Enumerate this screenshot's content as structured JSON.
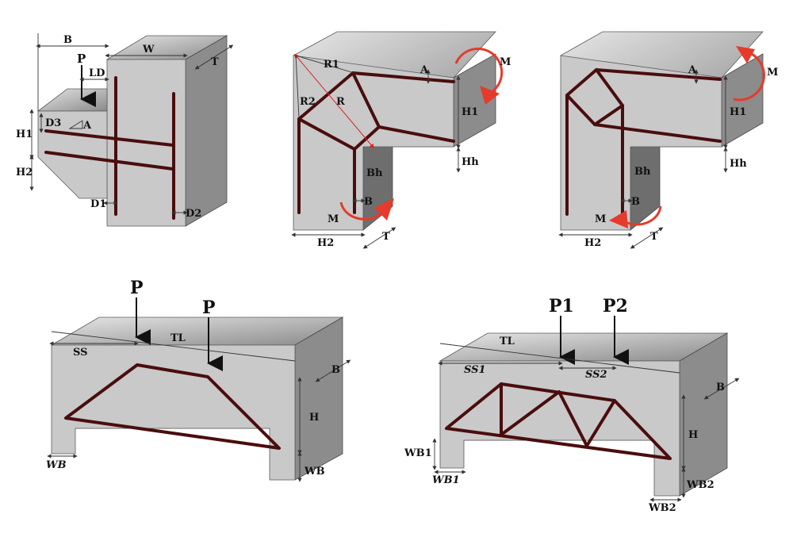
{
  "colors": {
    "rebar": "#4a0d0d",
    "concrete_front": "#c9c9c9",
    "concrete_side": "#8c8c8c",
    "moment_arrow": "#e63a2a"
  },
  "corbel": {
    "B": "B",
    "W": "W",
    "T": "T",
    "P": "P",
    "LD": "LD",
    "D3": "D3",
    "A": "A",
    "H1": "H1",
    "H2": "H2",
    "D1": "D1",
    "D2": "D2"
  },
  "knee_closing": {
    "R1": "R1",
    "R2": "R2",
    "R": "R",
    "A": "A",
    "M_top": "M",
    "H1": "H1",
    "Bh": "Bh",
    "Hh": "Hh",
    "B": "B",
    "M_bottom": "M",
    "H2": "H2",
    "T": "T"
  },
  "knee_opening": {
    "A": "A",
    "M_top": "M",
    "H1": "H1",
    "Bh": "Bh",
    "Hh": "Hh",
    "B": "B",
    "M_bottom": "M",
    "H2": "H2",
    "T": "T"
  },
  "deep_beam_single": {
    "P1": "P",
    "P2": "P",
    "SS": "SS",
    "TL": "TL",
    "B": "B",
    "H": "H",
    "WB_left": "WB",
    "WB_right": "WB"
  },
  "deep_beam_truss": {
    "P1": "P1",
    "P2": "P2",
    "TL": "TL",
    "SS1": "SS1",
    "SS2": "SS2",
    "B": "B",
    "H": "H",
    "WB1_vert": "WB1",
    "WB1_horiz": "WB1",
    "WB2_vert": "WB2",
    "WB2_horiz": "WB2"
  }
}
